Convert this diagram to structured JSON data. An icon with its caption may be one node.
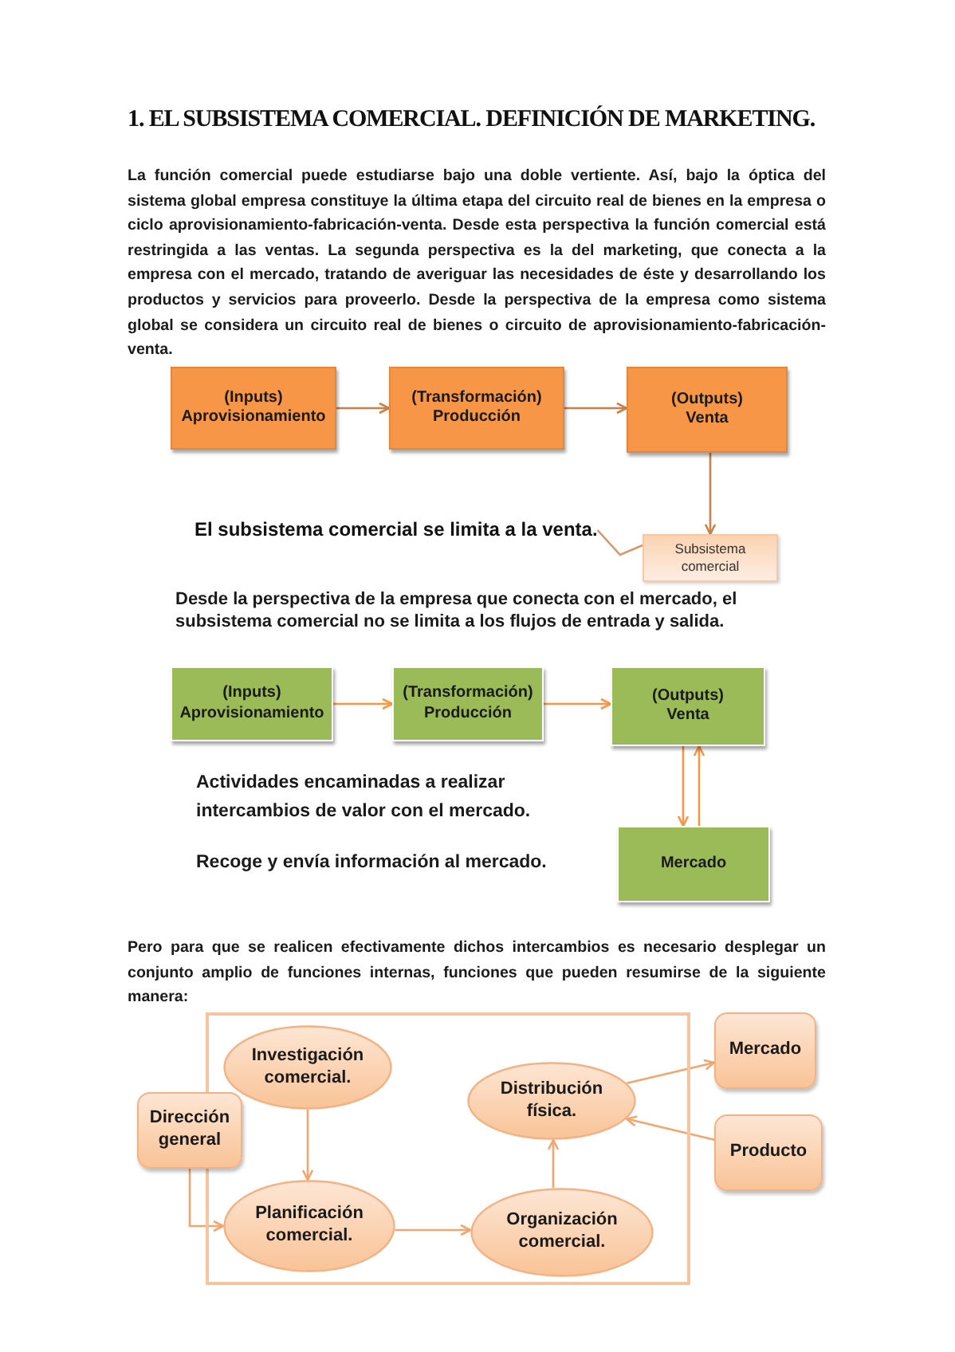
{
  "diagram": {
    "title": "1. EL SUBSISTEMA COMERCIAL. DEFINICIÓN DE MARKETING.",
    "nodes": [
      {
        "text": [
          "(Inputs) Aprovisionamiento"
        ]
      },
      {
        "text": [
          "(Transformación) Producción"
        ]
      },
      {
        "text": [
          "(Outputs) Venta"
        ]
      },
      {
        "text": [
          "Subsistema comercial"
        ]
      },
      {
        "text": [
          "El subsistema comercial se limita a la venta."
        ]
      },
      {
        "text": [
          "(Inputs) Aprovisionamiento"
        ]
      },
      {
        "text": [
          "(Transformación) Producción"
        ]
      },
      {
        "text": [
          "(Outputs) Venta"
        ]
      },
      {
        "text": [
          "Mercado"
        ]
      },
      {
        "text": [],
        "shape": "box"
      },
      {
        "text": [
          "Investigación comercial."
        ],
        "in": 9
      },
      {
        "text": [
          "Mercado"
        ]
      },
      {
        "text": [
          "Distribución física."
        ],
        "in": 9
      },
      {
        "text": [
          "Dirección general"
        ]
      },
      {
        "text": [
          "Producto"
        ]
      },
      {
        "text": [
          "Planificación comercial."
        ],
        "in": 9
      },
      {
        "text": [
          "Organización comercial."
        ],
        "in": 9
      }
    ],
    "edges": [
      {
        "from": 0,
        "to": 1,
        "arrow": "to",
        "color": "#c8814a"
      },
      {
        "from": 1,
        "to": 2,
        "arrow": "to",
        "color": "#c8814a"
      },
      {
        "from": 2,
        "to": 3,
        "arrow": "to",
        "color": "#c8814a"
      },
      {
        "from": 4,
        "to": 3,
        "arrow": "none",
        "color": "#d9966a"
      },
      {
        "from": 5,
        "to": 6,
        "arrow": "to",
        "color": "#f79646"
      },
      {
        "from": 6,
        "to": 7,
        "arrow": "to",
        "color": "#f79646"
      },
      {
        "from": 7,
        "to": 8,
        "arrow": "to",
        "color": "#f79646"
      },
      {
        "from": 8,
        "to": 7,
        "arrow": "to",
        "color": "#f79646"
      },
      {
        "from": 10,
        "to": 15,
        "arrow": "to"
      },
      {
        "from": 13,
        "to": 15,
        "arrow": "to"
      },
      {
        "from": 15,
        "to": 16,
        "arrow": "to"
      },
      {
        "from": 16,
        "to": 12,
        "arrow": "to"
      },
      {
        "from": 12,
        "to": 11,
        "arrow": "to"
      },
      {
        "from": 14,
        "to": 12,
        "arrow": "to"
      }
    ],
    "labels": [
      "La función comercial puede estudiarse bajo una doble vertiente. Así, bajo la óptica del sistema global empresa constituye la última etapa del circuito real de bienes en la empresa o ciclo aprovisionamiento-fabricación-venta. Desde esta perspectiva la función comercial está restringida a las ventas. La segunda perspectiva es la del marketing, que conecta a la empresa con el mercado, tratando de averiguar las necesidades de éste y desarrollando los productos y servicios para proveerlo. Desde la perspectiva de la empresa como sistema global se considera un circuito real de bienes o circuito de aprovisionamiento-fabricación-venta.",
      "Desde la perspectiva de la empresa que conecta con el mercado, el subsistema comercial no se limita a los flujos de entrada y salida.",
      "Actividades encaminadas a realizar intercambios de valor con el mercado.",
      "Recoge y envía información al mercado.",
      "Pero para que se realicen efectivamente dichos intercambios es necesario desplegar un conjunto amplio de funciones internas, funciones que pueden resumirse de la siguiente manera:"
    ]
  }
}
